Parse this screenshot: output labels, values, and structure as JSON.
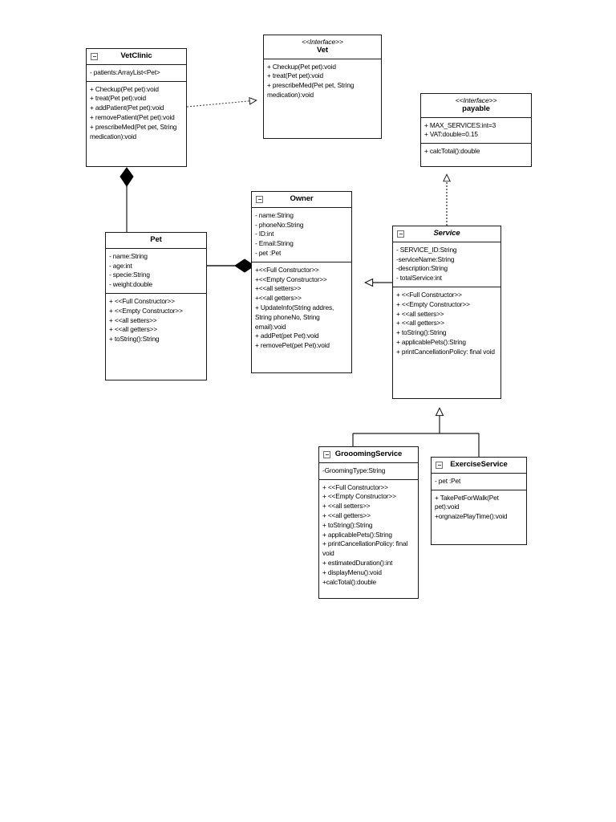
{
  "diagram": {
    "title": "Pet Clinic UML Class Diagram",
    "background": "#ffffff",
    "line_color": "#1a1a1a"
  },
  "classes": {
    "vetclinic": {
      "name": "VetClinic",
      "stereotype": "",
      "attributes": [
        "- patients:ArrayList<Pet>"
      ],
      "operations": [
        "+ Checkup(Pet pet):void",
        "+ treat(Pet pet):void",
        "+ addPatient(Pet pet):void",
        "+ removePatient(Pet pet):void",
        "+ prescribeMed(Pet pet, String medication):void"
      ]
    },
    "vet": {
      "name": "Vet",
      "stereotype": "<<Interface>>",
      "attributes": [],
      "operations": [
        "+ Checkup(Pet pet):void",
        "+ treat(Pet pet):void",
        "+ prescribeMed(Pet pet, String medication):void"
      ]
    },
    "payable": {
      "name": "payable",
      "stereotype": "<<Interface>>",
      "attributes": [
        "+ MAX_SERVICES:int=3",
        "+ VAT:double=0.15"
      ],
      "operations": [
        "+ calcTotal():double"
      ]
    },
    "pet": {
      "name": "Pet",
      "stereotype": "",
      "attributes": [
        "- name:String",
        "- age:int",
        "- specie:String",
        "- weight:double"
      ],
      "operations": [
        "+ <<Full Constructor>>",
        "+ <<Empty Constructor>>",
        "+ <<all setters>>",
        "+ <<all getters>>",
        "+ toString():String"
      ]
    },
    "owner": {
      "name": "Owner",
      "stereotype": "",
      "attributes": [
        "- name:String",
        "- phoneNo:String",
        "- ID:int",
        "- Email:String",
        "- pet :Pet"
      ],
      "operations": [
        "+<<Full Constructor>>",
        "+<<Empty Constructor>>",
        "+<<all setters>>",
        "+<<all getters>>",
        "+ UpdateInfo(String addres, String phoneNo, String email):void",
        "+ addPet(pet Pet):void",
        "+ removePet(pet Pet):void"
      ]
    },
    "service": {
      "name": "Service",
      "stereotype": "",
      "abstract": true,
      "attributes": [
        "- SERVICE_ID:String",
        "-serviceName:String",
        "-description:String",
        "- totalService:int"
      ],
      "operations": [
        "+ <<Full Constructor>>",
        "+ <<Empty Constructor>>",
        "+ <<all setters>>",
        "+ <<all getters>>",
        "+ toString():String",
        "+ applicablePets():String",
        "+ printCancellationPolicy: final void"
      ]
    },
    "grooming": {
      "name": "GrooomingService",
      "stereotype": "",
      "attributes": [
        "-GroomingType:String"
      ],
      "operations": [
        "+ <<Full Constructor>>",
        "+ <<Empty Constructor>>",
        "+ <<all setters>>",
        "+ <<all getters>>",
        "+ toString():String",
        "+ applicablePets():String",
        "+ printCancellationPolicy: final void",
        "+ estimatedDuration():int",
        "+ displayMenu():void",
        "+calcTotal():double"
      ]
    },
    "exercise": {
      "name": "ExerciseService",
      "stereotype": "",
      "attributes": [
        "- pet :Pet"
      ],
      "operations": [
        "+ TakePetForWalk(Pet pet):void",
        "+orgnaizePlayTime():void"
      ]
    }
  },
  "relationships": [
    {
      "id": "vetclinic-realizes-vet",
      "type": "realization",
      "from": "vetclinic",
      "to": "vet",
      "style": "dotted",
      "arrowhead": "hollow-triangle"
    },
    {
      "id": "vetclinic-composes-pet",
      "type": "composition",
      "from": "vetclinic",
      "to": "pet",
      "style": "solid",
      "arrowhead": "filled-diamond"
    },
    {
      "id": "owner-composes-pet",
      "type": "composition",
      "from": "owner",
      "to": "pet",
      "style": "solid",
      "arrowhead": "filled-diamond"
    },
    {
      "id": "service-to-owner",
      "type": "generalization",
      "from": "service",
      "to": "owner",
      "style": "solid",
      "arrowhead": "hollow-triangle"
    },
    {
      "id": "service-realizes-payable",
      "type": "realization",
      "from": "service",
      "to": "payable",
      "style": "dotted",
      "arrowhead": "hollow-triangle"
    },
    {
      "id": "grooming-extends-service",
      "type": "generalization",
      "from": "grooming",
      "to": "service",
      "style": "solid",
      "arrowhead": "hollow-triangle"
    },
    {
      "id": "exercise-extends-service",
      "type": "generalization",
      "from": "exercise",
      "to": "service",
      "style": "solid",
      "arrowhead": "hollow-triangle"
    }
  ]
}
